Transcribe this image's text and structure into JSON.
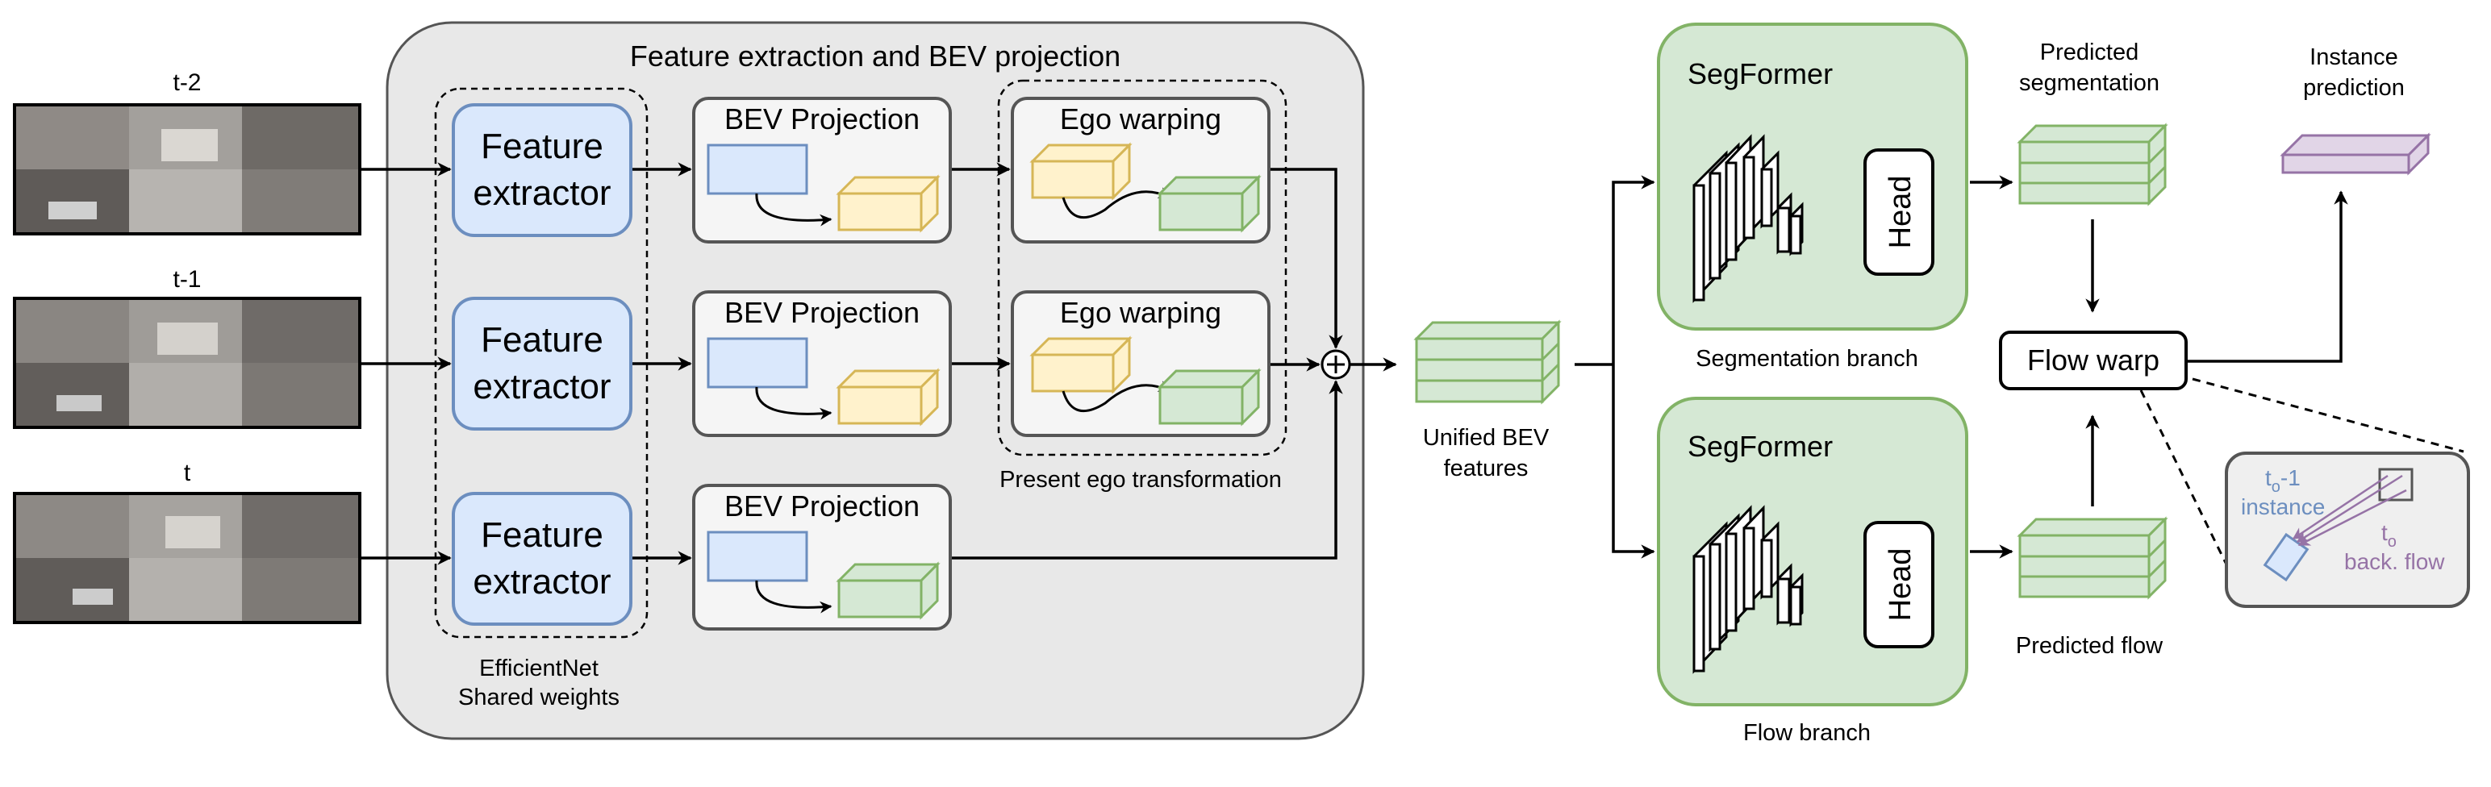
{
  "frames": {
    "t_minus_2": "t-2",
    "t_minus_1": "t-1",
    "t": "t"
  },
  "feature_section": {
    "title": "Feature extraction and BEV projection",
    "extractor_label_line1": "Feature",
    "extractor_label_line2": "extractor",
    "backbone_caption_line1": "EfficientNet",
    "backbone_caption_line2": "Shared weights",
    "bev_projection_label": "BEV Projection",
    "ego_warping_label": "Ego warping",
    "ego_group_caption": "Present ego transformation"
  },
  "unified": {
    "line1": "Unified BEV",
    "line2": "features"
  },
  "branches": {
    "model_name": "SegFormer",
    "head_label": "Head",
    "segmentation_caption": "Segmentation branch",
    "flow_caption": "Flow branch"
  },
  "outputs": {
    "predicted_segmentation_line1": "Predicted",
    "predicted_segmentation_line2": "segmentation",
    "predicted_flow": "Predicted flow",
    "flow_warp": "Flow warp",
    "instance_line1": "Instance",
    "instance_line2": "prediction"
  },
  "inset": {
    "prev_instance_t": "t",
    "prev_instance_sub": "o",
    "prev_instance_suffix": "-1",
    "prev_instance_word": "instance",
    "back_flow_t": "t",
    "back_flow_sub": "o",
    "back_flow_word": "back. flow"
  },
  "colors": {
    "blue_fill": "#dae8fc",
    "blue_stroke": "#6c8ebf",
    "yellow_fill": "#fff2cc",
    "yellow_stroke": "#d6b656",
    "green_fill": "#d5e8d4",
    "green_stroke": "#82b366",
    "purple_fill": "#e1d5e7",
    "purple_stroke": "#9673a6",
    "panel_fill": "#e8e8e8"
  }
}
